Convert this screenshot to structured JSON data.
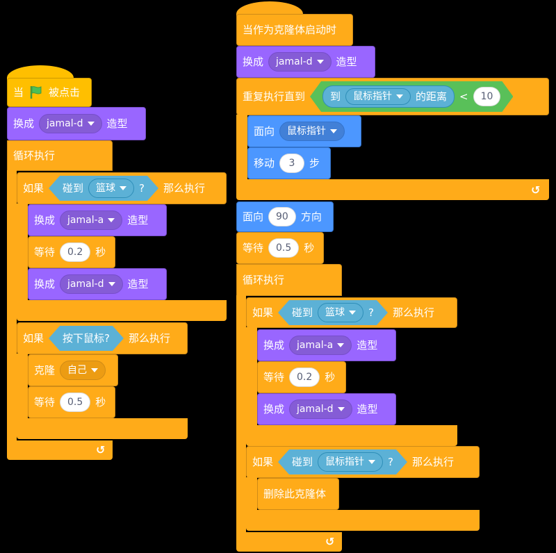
{
  "script1": {
    "hat": {
      "prefix": "当",
      "suffix": "被点击",
      "icon": "green-flag-icon"
    },
    "switch1": {
      "label": "换成",
      "costume": "jamal-d",
      "suffix": "造型"
    },
    "forever": {
      "label": "循环执行"
    },
    "if1": {
      "label": "如果",
      "touching": "碰到",
      "target": "篮球",
      "q": "?",
      "then": "那么执行"
    },
    "if1_switch_a": {
      "label": "换成",
      "costume": "jamal-a",
      "suffix": "造型"
    },
    "if1_wait": {
      "label": "等待",
      "value": "0.2",
      "unit": "秒"
    },
    "if1_switch_d": {
      "label": "换成",
      "costume": "jamal-d",
      "suffix": "造型"
    },
    "if2": {
      "label": "如果",
      "condition": "按下鼠标?",
      "then": "那么执行"
    },
    "if2_clone": {
      "label": "克隆",
      "target": "自己"
    },
    "if2_wait": {
      "label": "等待",
      "value": "0.5",
      "unit": "秒"
    }
  },
  "script2": {
    "hat": {
      "label": "当作为克隆体启动时"
    },
    "switch1": {
      "label": "换成",
      "costume": "jamal-d",
      "suffix": "造型"
    },
    "repeat_until": {
      "label": "重复执行直到",
      "to": "到",
      "target": "鼠标指针",
      "distance": "的距离",
      "op": "<",
      "value": "10"
    },
    "ru_point": {
      "label": "面向",
      "target": "鼠标指针"
    },
    "ru_move": {
      "label": "移动",
      "value": "3",
      "unit": "步"
    },
    "point_dir": {
      "label": "面向",
      "value": "90",
      "suffix": "方向"
    },
    "wait": {
      "label": "等待",
      "value": "0.5",
      "unit": "秒"
    },
    "forever": {
      "label": "循环执行"
    },
    "if1": {
      "label": "如果",
      "touching": "碰到",
      "target": "篮球",
      "q": "?",
      "then": "那么执行"
    },
    "if1_switch_a": {
      "label": "换成",
      "costume": "jamal-a",
      "suffix": "造型"
    },
    "if1_wait": {
      "label": "等待",
      "value": "0.2",
      "unit": "秒"
    },
    "if1_switch_d": {
      "label": "换成",
      "costume": "jamal-d",
      "suffix": "造型"
    },
    "if2": {
      "label": "如果",
      "touching": "碰到",
      "target": "鼠标指针",
      "q": "?",
      "then": "那么执行"
    },
    "if2_delete": {
      "label": "删除此克隆体"
    }
  },
  "icons": {
    "loop": "loop-arrow-icon",
    "dropdown": "caret-down-icon",
    "flag": "green-flag-icon"
  },
  "colors": {
    "events": "#FFBF00",
    "control": "#FFAB19",
    "looks": "#9966FF",
    "motion": "#4C97FF",
    "sensing": "#5CB1D6",
    "operators": "#59C059"
  }
}
